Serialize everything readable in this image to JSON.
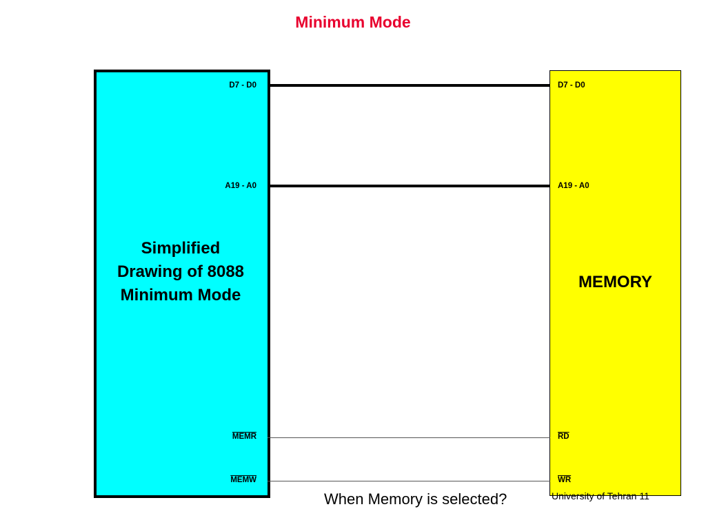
{
  "title": "Minimum Mode",
  "cpu": {
    "label": "Simplified Drawing of 8088 Minimum Mode",
    "pins": {
      "data": "D7 - D0",
      "address": "A19 - A0",
      "read": "MEMR",
      "write": "MEMW"
    }
  },
  "memory": {
    "label": "MEMORY",
    "pins": {
      "data": "D7 - D0",
      "address": "A19 - A0",
      "read": "RD",
      "write": "WR"
    }
  },
  "footer": {
    "question": "When Memory is selected?",
    "source": "University of Tehran 11"
  },
  "colors": {
    "cpu_fill": "#00ffff",
    "memory_fill": "#ffff00",
    "title": "#e8002e"
  }
}
